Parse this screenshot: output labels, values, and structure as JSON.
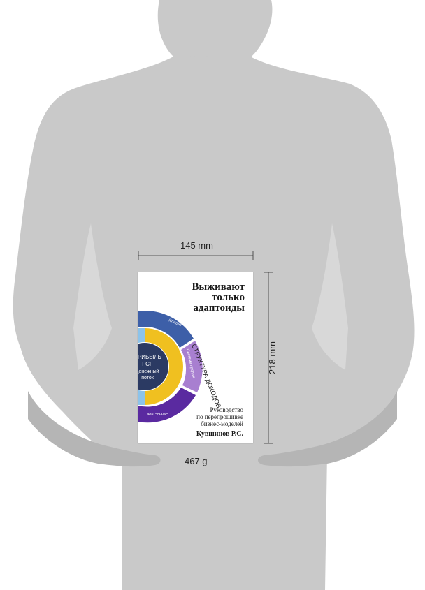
{
  "dimensions": {
    "width": "145 mm",
    "height": "218 mm",
    "weight": "467 g"
  },
  "book": {
    "title_lines": [
      "Выживают",
      "только",
      "адаптоиды"
    ],
    "subtitle_lines": [
      "Руководство",
      "по перепрошивке",
      "бизнес-моделей"
    ],
    "author": "Кувшинов Р.С.",
    "diagram": {
      "center_lines": [
        "ПРИБЫЛЬ",
        "FCF",
        "денежный",
        "поток"
      ],
      "inner_ring": "СТРУКТУРА ДОХОДОВ",
      "outer_labels": [
        "Клиент",
        "Система продаж",
        "Ценностное"
      ]
    }
  },
  "colors": {
    "silhouette": "#c9c9c9",
    "dark_blue": "#3d5fa8",
    "light_purple": "#a87fd0",
    "deep_purple": "#5a2aa0",
    "light_blue": "#8cc3ea",
    "yellow": "#f0c020",
    "navy": "#2b3a63"
  }
}
